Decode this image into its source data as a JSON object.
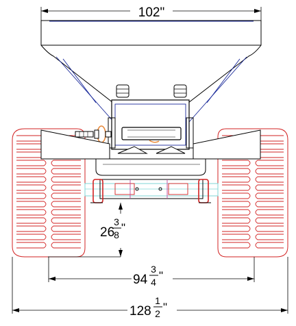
{
  "dimensions": {
    "hopper_width": {
      "text": "102\""
    },
    "ground_clearance": {
      "whole": "26",
      "num": "3",
      "den": "8",
      "unit": "\""
    },
    "inner_track_width": {
      "whole": "94",
      "num": "3",
      "den": "4",
      "unit": "\""
    },
    "overall_width": {
      "whole": "128",
      "num": "1",
      "den": "2",
      "unit": "\""
    }
  },
  "colors": {
    "outline": "#000000",
    "tread": "#d22020",
    "hopper_strut": "#1a2a9a",
    "axle_accent": "#7fd6d6",
    "fitting": "#e8893a",
    "frame_magenta": "#c04aa0"
  }
}
